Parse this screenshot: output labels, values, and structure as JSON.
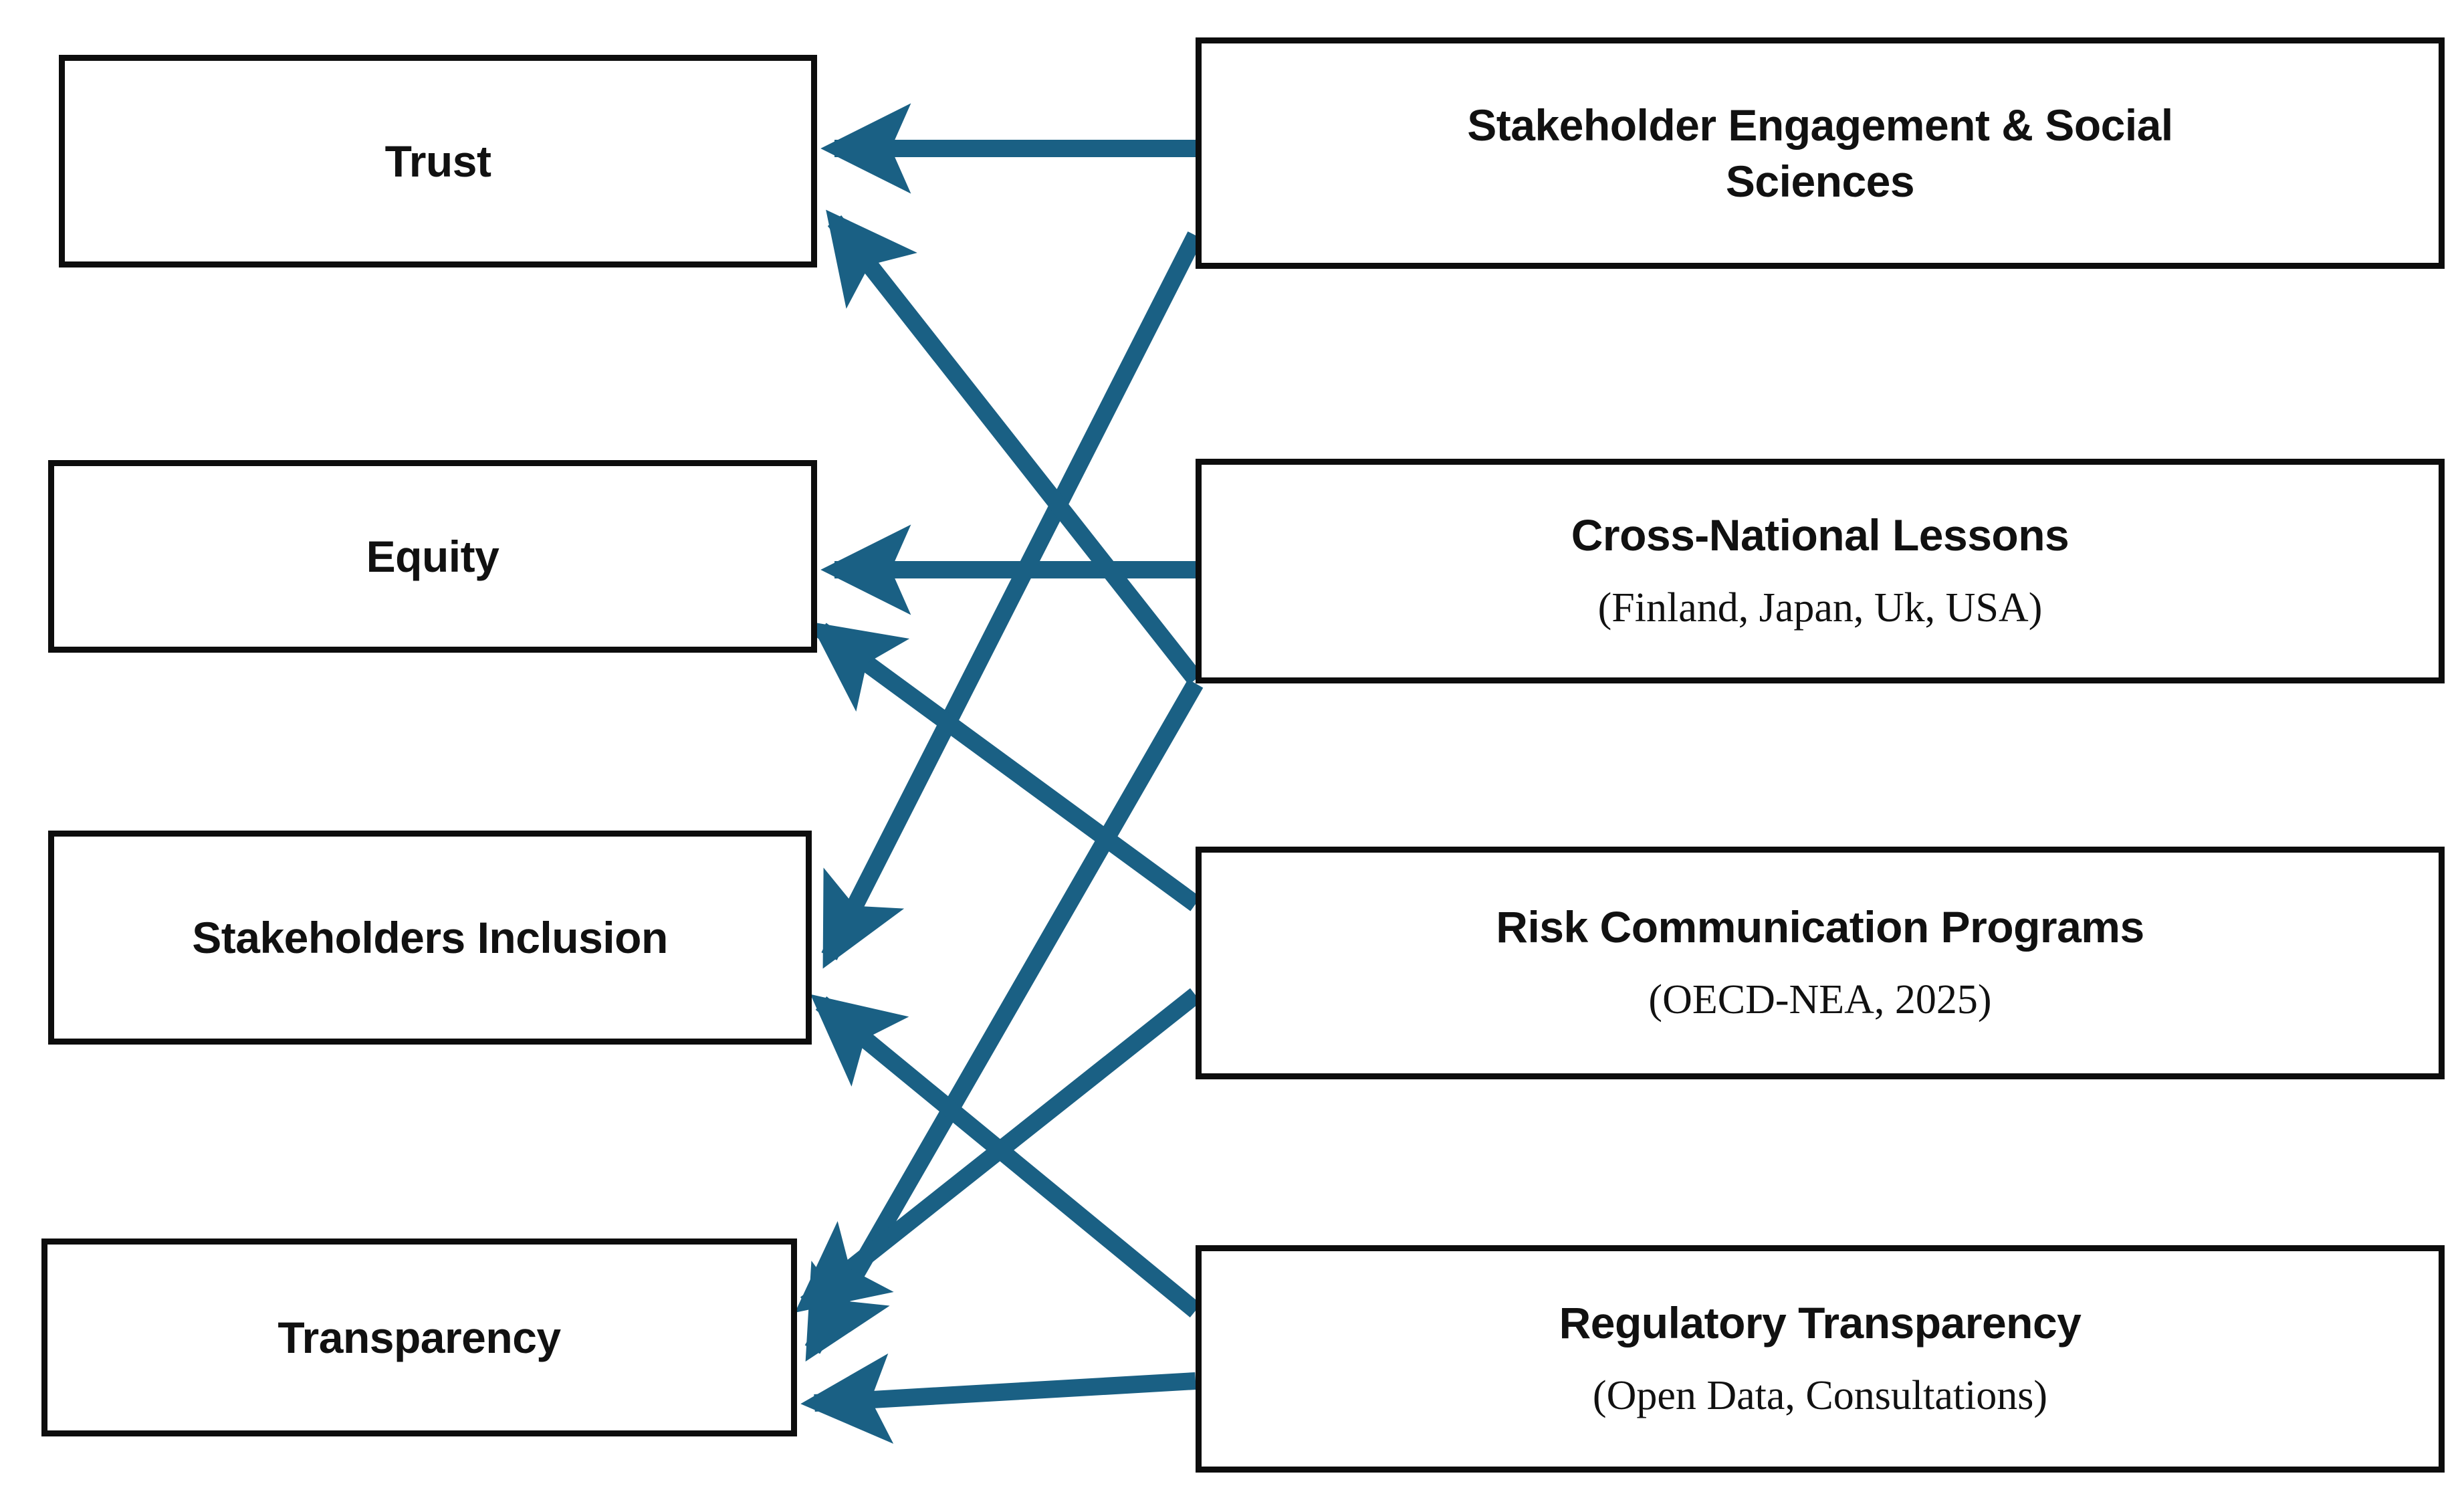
{
  "diagram": {
    "type": "flow-mapping",
    "accent_color": "#1a6084",
    "border_color": "#0d0d0d",
    "background": "#ffffff",
    "outcomes": [
      {
        "id": "trust",
        "title": "Trust"
      },
      {
        "id": "equity",
        "title": "Equity"
      },
      {
        "id": "stakeholders",
        "title": "Stakeholders Inclusion"
      },
      {
        "id": "transparency",
        "title": "Transparency"
      }
    ],
    "drivers": [
      {
        "id": "engagement",
        "title": "Stakeholder Engagement & Social\nSciences",
        "subtitle": ""
      },
      {
        "id": "crossnat",
        "title": "Cross-National Lessons",
        "subtitle": "(Finland, Japan, Uk, USA)"
      },
      {
        "id": "riskcomm",
        "title": "Risk Communication Programs",
        "subtitle": "(OECD-NEA, 2025)"
      },
      {
        "id": "regulatory",
        "title": "Regulatory Transparency",
        "subtitle": "(Open Data, Consultations)"
      }
    ],
    "connections": [
      {
        "from": "engagement",
        "to": "trust",
        "style": "horizontal"
      },
      {
        "from": "engagement",
        "to": "stakeholders",
        "style": "diagonal"
      },
      {
        "from": "crossnat",
        "to": "equity",
        "style": "horizontal"
      },
      {
        "from": "crossnat",
        "to": "trust",
        "style": "diagonal"
      },
      {
        "from": "crossnat",
        "to": "transparency",
        "style": "diagonal"
      },
      {
        "from": "riskcomm",
        "to": "equity",
        "style": "diagonal"
      },
      {
        "from": "riskcomm",
        "to": "transparency",
        "style": "diagonal"
      },
      {
        "from": "regulatory",
        "to": "stakeholders",
        "style": "diagonal"
      },
      {
        "from": "regulatory",
        "to": "transparency",
        "style": "horizontal"
      }
    ]
  }
}
